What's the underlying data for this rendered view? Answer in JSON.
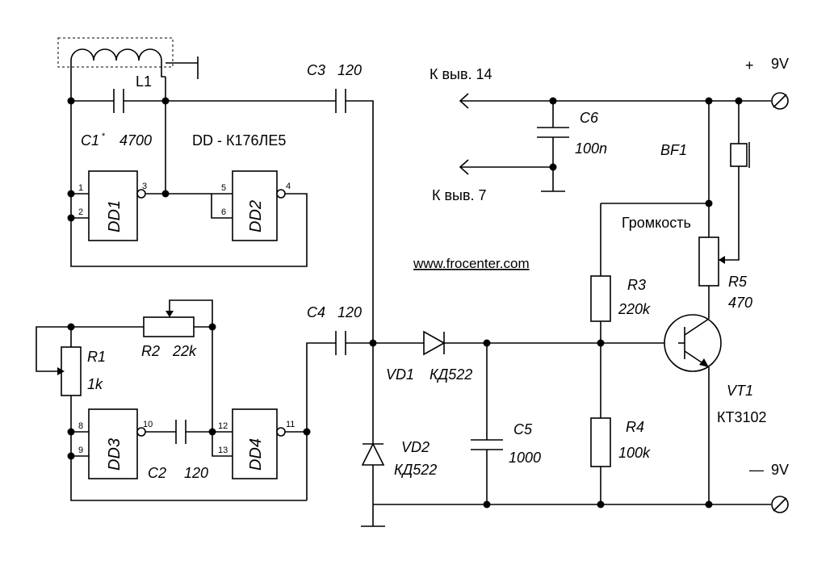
{
  "title": "DD - К176ЛЕ5",
  "website": "www.frocenter.com",
  "components": {
    "L1": "L1",
    "C1": "C1",
    "C1_star": "*",
    "C1_value": "4700",
    "C2": "C2",
    "C2_value": "120",
    "C3": "C3",
    "C3_value": "120",
    "C4": "C4",
    "C4_value": "120",
    "C5": "C5",
    "C5_value": "1000",
    "C6": "C6",
    "C6_value": "100n",
    "R1": "R1",
    "R1_value": "1k",
    "R2": "R2",
    "R2_value": "22k",
    "R3": "R3",
    "R3_value": "220k",
    "R4": "R4",
    "R4_value": "100k",
    "R5": "R5",
    "R5_value": "470",
    "R5_caption": "Громкость",
    "VD1": "VD1",
    "VD1_type": "КД522",
    "VD2": "VD2",
    "VD2_type": "КД522",
    "VT1": "VT1",
    "VT1_type": "КТ3102",
    "BF1": "BF1",
    "DD1": "DD1",
    "DD2": "DD2",
    "DD3": "DD3",
    "DD4": "DD4"
  },
  "pins": {
    "dd1_in1": "1",
    "dd1_in2": "2",
    "dd1_out": "3",
    "dd2_in1": "5",
    "dd2_in2": "6",
    "dd2_out": "4",
    "dd3_in1": "8",
    "dd3_in2": "9",
    "dd3_out": "10",
    "dd4_in1": "12",
    "dd4_in2": "13",
    "dd4_out": "11"
  },
  "connections": {
    "pin14": "К выв. 14",
    "pin7": "К выв.  7",
    "plus_sign": "+",
    "plus_label": "9V",
    "minus_sign": "—",
    "minus_label": "9V"
  }
}
